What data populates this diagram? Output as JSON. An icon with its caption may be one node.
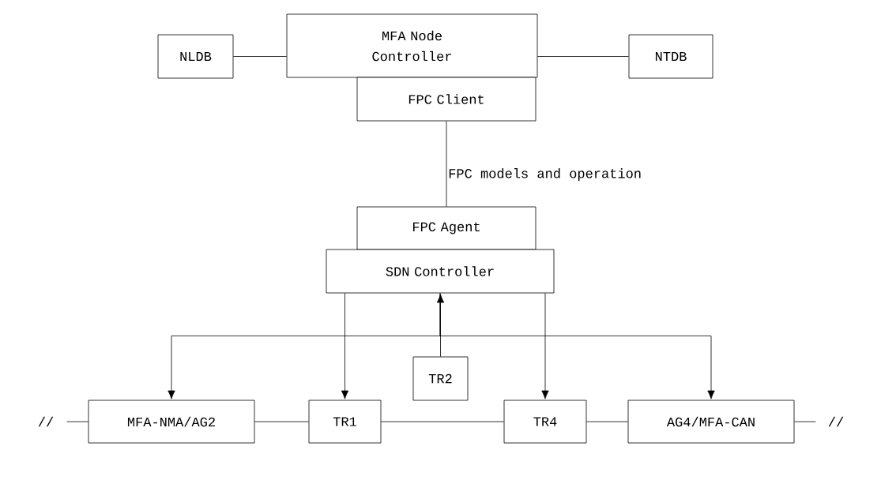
{
  "diagram": {
    "nodes": [
      {
        "text": [
          "MFA Node Controller"
        ]
      },
      {
        "text": [
          "FPC Client"
        ]
      },
      {
        "text": [
          "NLDB"
        ]
      },
      {
        "text": [
          "NTDB"
        ]
      },
      {
        "text": [
          "FPC Agent"
        ]
      },
      {
        "text": [
          "SDN Controller"
        ]
      },
      {
        "text": [
          "MFA-NMA/AG2"
        ]
      },
      {
        "text": [
          "TR1"
        ]
      },
      {
        "text": [
          "TR2"
        ]
      },
      {
        "text": [
          "TR4"
        ]
      },
      {
        "text": [
          "AG4/MFA-CAN"
        ]
      }
    ],
    "edges": [
      {
        "from": 2,
        "to": 0,
        "arrow": "none"
      },
      {
        "from": 0,
        "to": 3,
        "arrow": "none"
      },
      {
        "from": 1,
        "to": 4,
        "arrow": "none",
        "label": "FPC models and operation"
      },
      {
        "from": 5,
        "to": 6,
        "arrow": "to"
      },
      {
        "from": 5,
        "to": 7,
        "arrow": "to"
      },
      {
        "from": 8,
        "to": 5,
        "arrow": "to"
      },
      {
        "from": 5,
        "to": 9,
        "arrow": "to"
      },
      {
        "from": 5,
        "to": 10,
        "arrow": "to"
      },
      {
        "from": 6,
        "to": 7,
        "arrow": "none"
      },
      {
        "from": 7,
        "to": 9,
        "arrow": "none"
      },
      {
        "from": 9,
        "to": 10,
        "arrow": "none"
      },
      {
        "from": null,
        "to": 6,
        "arrow": "none"
      },
      {
        "from": 10,
        "to": null,
        "arrow": "none"
      }
    ],
    "labels": [
      "//",
      "//"
    ]
  }
}
